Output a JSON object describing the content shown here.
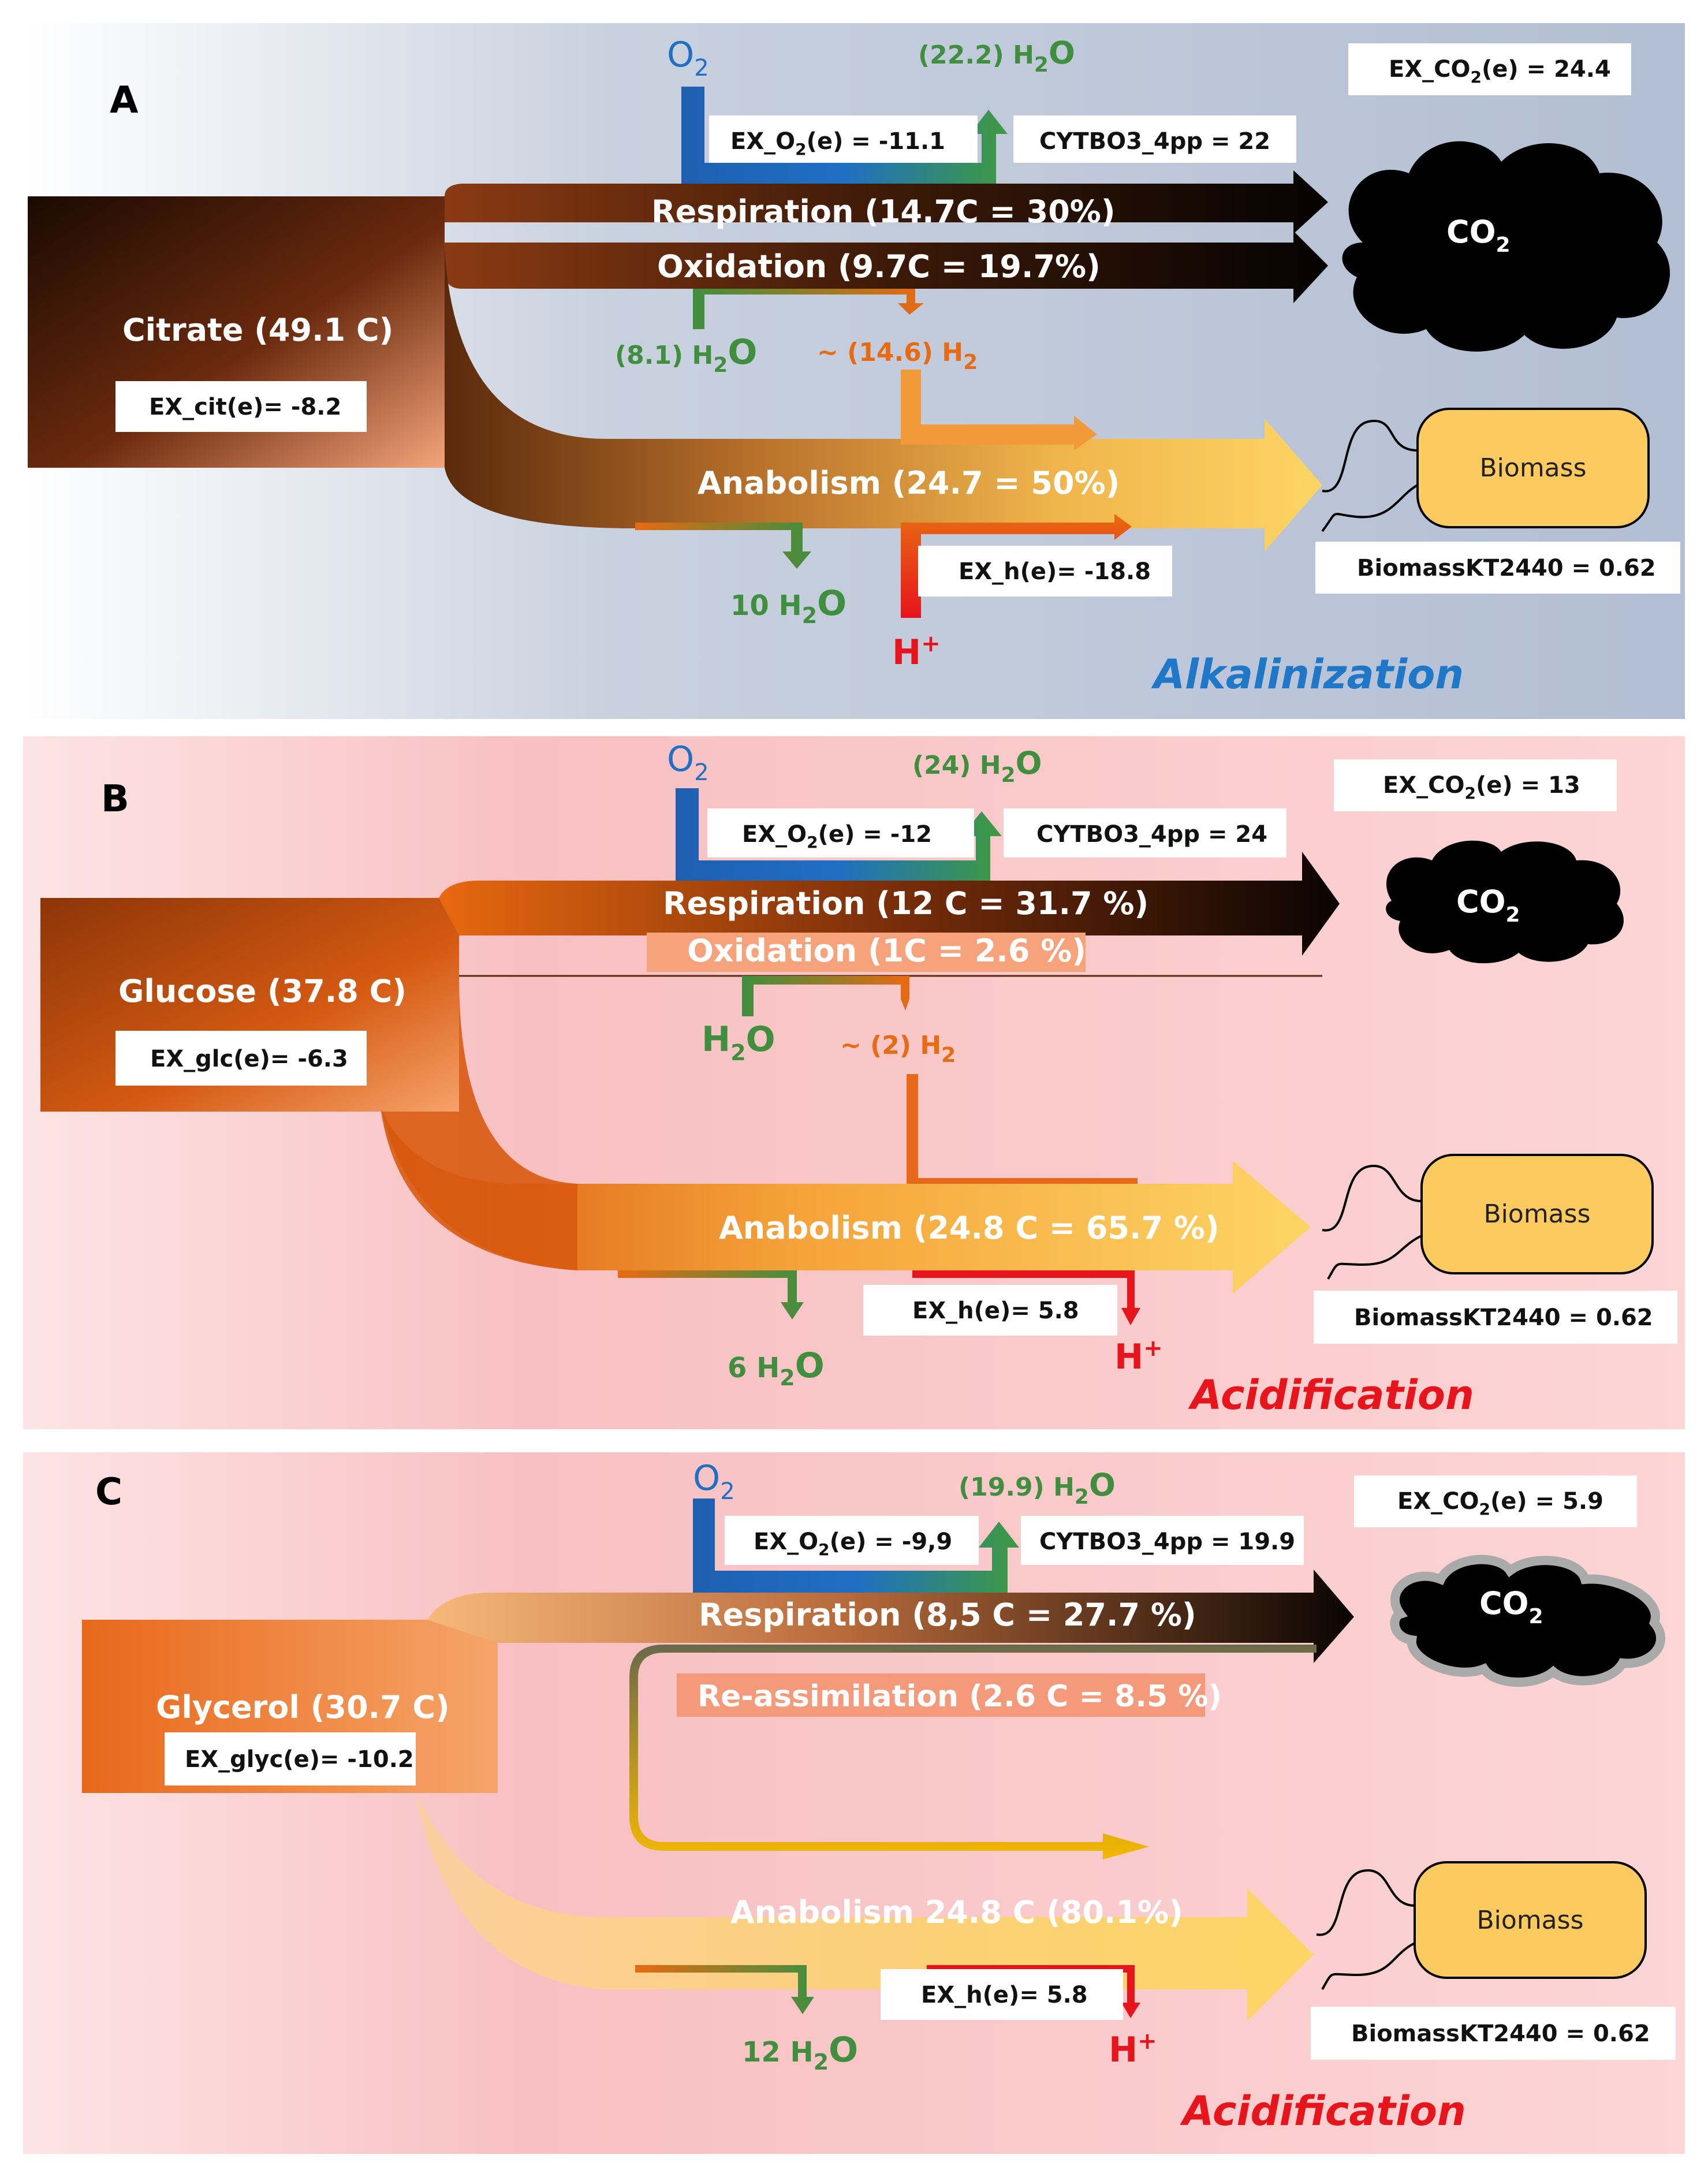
{
  "colors": {
    "panel_a_bg_left": "#ffffff",
    "panel_a_bg_right": "#b3bfd4",
    "panel_bc_bg": "#f9c2c4",
    "oxygen_blue": "#1f6fc4",
    "water_green": "#3f8f3f",
    "hydrogen_orange": "#e86a12",
    "proton_red": "#e8141c",
    "alkalinization_blue": "#1f77c8",
    "acidification_red": "#e8141c",
    "biomass_fill": "#fcca5e",
    "anabolism_yellow": "#fdd565"
  },
  "panels": [
    {
      "label": "A",
      "o2": "O",
      "o2_sub": "2",
      "water_top": "(22.2) H",
      "water_top_sub": "2",
      "water_top_end": "O",
      "ex_o2": "EX_O",
      "ex_o2_sub": "2",
      "ex_o2_end": "(e) = -11.1",
      "cytbo3": "CYTBO3_4pp = 22",
      "ex_co2": "EX_CO",
      "ex_co2_sub": "2",
      "ex_co2_end": "(e) = 24.4",
      "co2": "CO",
      "co2_sub": "2",
      "substrate": "Citrate (49.1 C)",
      "ex_sub": "EX_cit(e)= -8.2",
      "respiration": "Respiration (14.7C = 30%)",
      "oxidation": "Oxidation (9.7C = 19.7%)",
      "ox_water": "(8.1) H",
      "ox_water_sub": "2",
      "ox_water_end": "O",
      "h2": "~ (14.6) H",
      "h2_sub": "2",
      "anabolism": "Anabolism (24.7 = 50%)",
      "biomass": "Biomass",
      "biomass_flux": "BiomassKT2440 = 0.62",
      "bottom_water": "10 H",
      "bottom_water_sub": "2",
      "bottom_water_end": "O",
      "ex_h": "EX_h(e)= -18.8",
      "proton": "H",
      "proton_sup": "+",
      "outcome": "Alkalinization"
    },
    {
      "label": "B",
      "o2": "O",
      "o2_sub": "2",
      "water_top": "(24) H",
      "water_top_sub": "2",
      "water_top_end": "O",
      "ex_o2": "EX_O",
      "ex_o2_sub": "2",
      "ex_o2_end": "(e) = -12",
      "cytbo3": "CYTBO3_4pp = 24",
      "ex_co2": "EX_CO",
      "ex_co2_sub": "2",
      "ex_co2_end": "(e) = 13",
      "co2": "CO",
      "co2_sub": "2",
      "substrate": "Glucose (37.8 C)",
      "ex_sub": "EX_glc(e)= -6.3",
      "respiration": "Respiration (12 C = 31.7 %)",
      "oxidation": "Oxidation (1C = 2.6 %)",
      "ox_water": "H",
      "ox_water_sub": "2",
      "ox_water_end": "O",
      "h2": "~ (2) H",
      "h2_sub": "2",
      "anabolism": "Anabolism (24.8 C = 65.7 %)",
      "biomass": "Biomass",
      "biomass_flux": "BiomassKT2440 = 0.62",
      "bottom_water": "6 H",
      "bottom_water_sub": "2",
      "bottom_water_end": "O",
      "ex_h": "EX_h(e)= 5.8",
      "proton": "H",
      "proton_sup": "+",
      "outcome": "Acidification"
    },
    {
      "label": "C",
      "o2": "O",
      "o2_sub": "2",
      "water_top": "(19.9) H",
      "water_top_sub": "2",
      "water_top_end": "O",
      "ex_o2": "EX_O",
      "ex_o2_sub": "2",
      "ex_o2_end": "(e) = -9,9",
      "cytbo3": "CYTBO3_4pp = 19.9",
      "ex_co2": "EX_CO",
      "ex_co2_sub": "2",
      "ex_co2_end": "(e) = 5.9",
      "co2": "CO",
      "co2_sub": "2",
      "substrate": "Glycerol (30.7 C)",
      "ex_sub": "EX_glyc(e)= -10.2",
      "respiration": "Respiration (8,5 C = 27.7 %)",
      "reassimilation": "Re-assimilation (2.6 C = 8.5 %)",
      "anabolism": "Anabolism 24.8 C (80.1%)",
      "biomass": "Biomass",
      "biomass_flux": "BiomassKT2440 = 0.62",
      "bottom_water": "12 H",
      "bottom_water_sub": "2",
      "bottom_water_end": "O",
      "ex_h": "EX_h(e)= 5.8",
      "proton": "H",
      "proton_sup": "+",
      "outcome": "Acidification"
    }
  ]
}
